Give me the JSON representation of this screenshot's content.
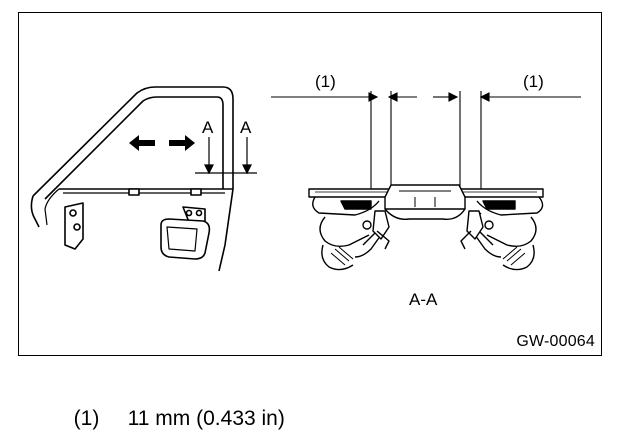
{
  "figure": {
    "code": "GW-00064",
    "section_label": "A-A",
    "section_arrow_left": "A",
    "section_arrow_right": "A",
    "callout_left": "(1)",
    "callout_right": "(1)"
  },
  "legend": {
    "items": [
      {
        "number": "(1)",
        "text": "11 mm (0.433 in)"
      }
    ]
  }
}
